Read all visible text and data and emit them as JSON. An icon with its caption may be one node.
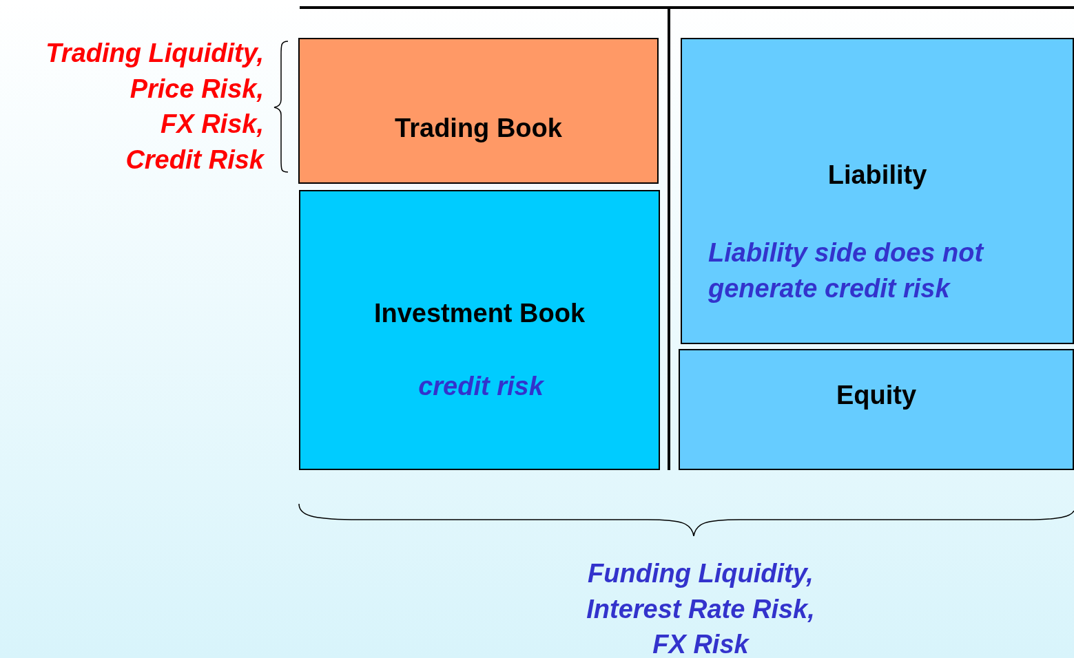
{
  "diagram": {
    "nodes": [
      {
        "text": [
          "Trading Book"
        ]
      },
      {
        "text": [
          "Investment Book",
          "credit risk"
        ]
      },
      {
        "text": [
          "Liability",
          "Liability side does not generate credit risk"
        ]
      },
      {
        "text": [
          "Equity"
        ]
      }
    ],
    "labels": [
      "Trading Liquidity,",
      "Price Risk,",
      "FX Risk,",
      "Credit Risk",
      "Funding Liquidity,",
      "Interest Rate Risk,",
      "FX Risk"
    ]
  }
}
